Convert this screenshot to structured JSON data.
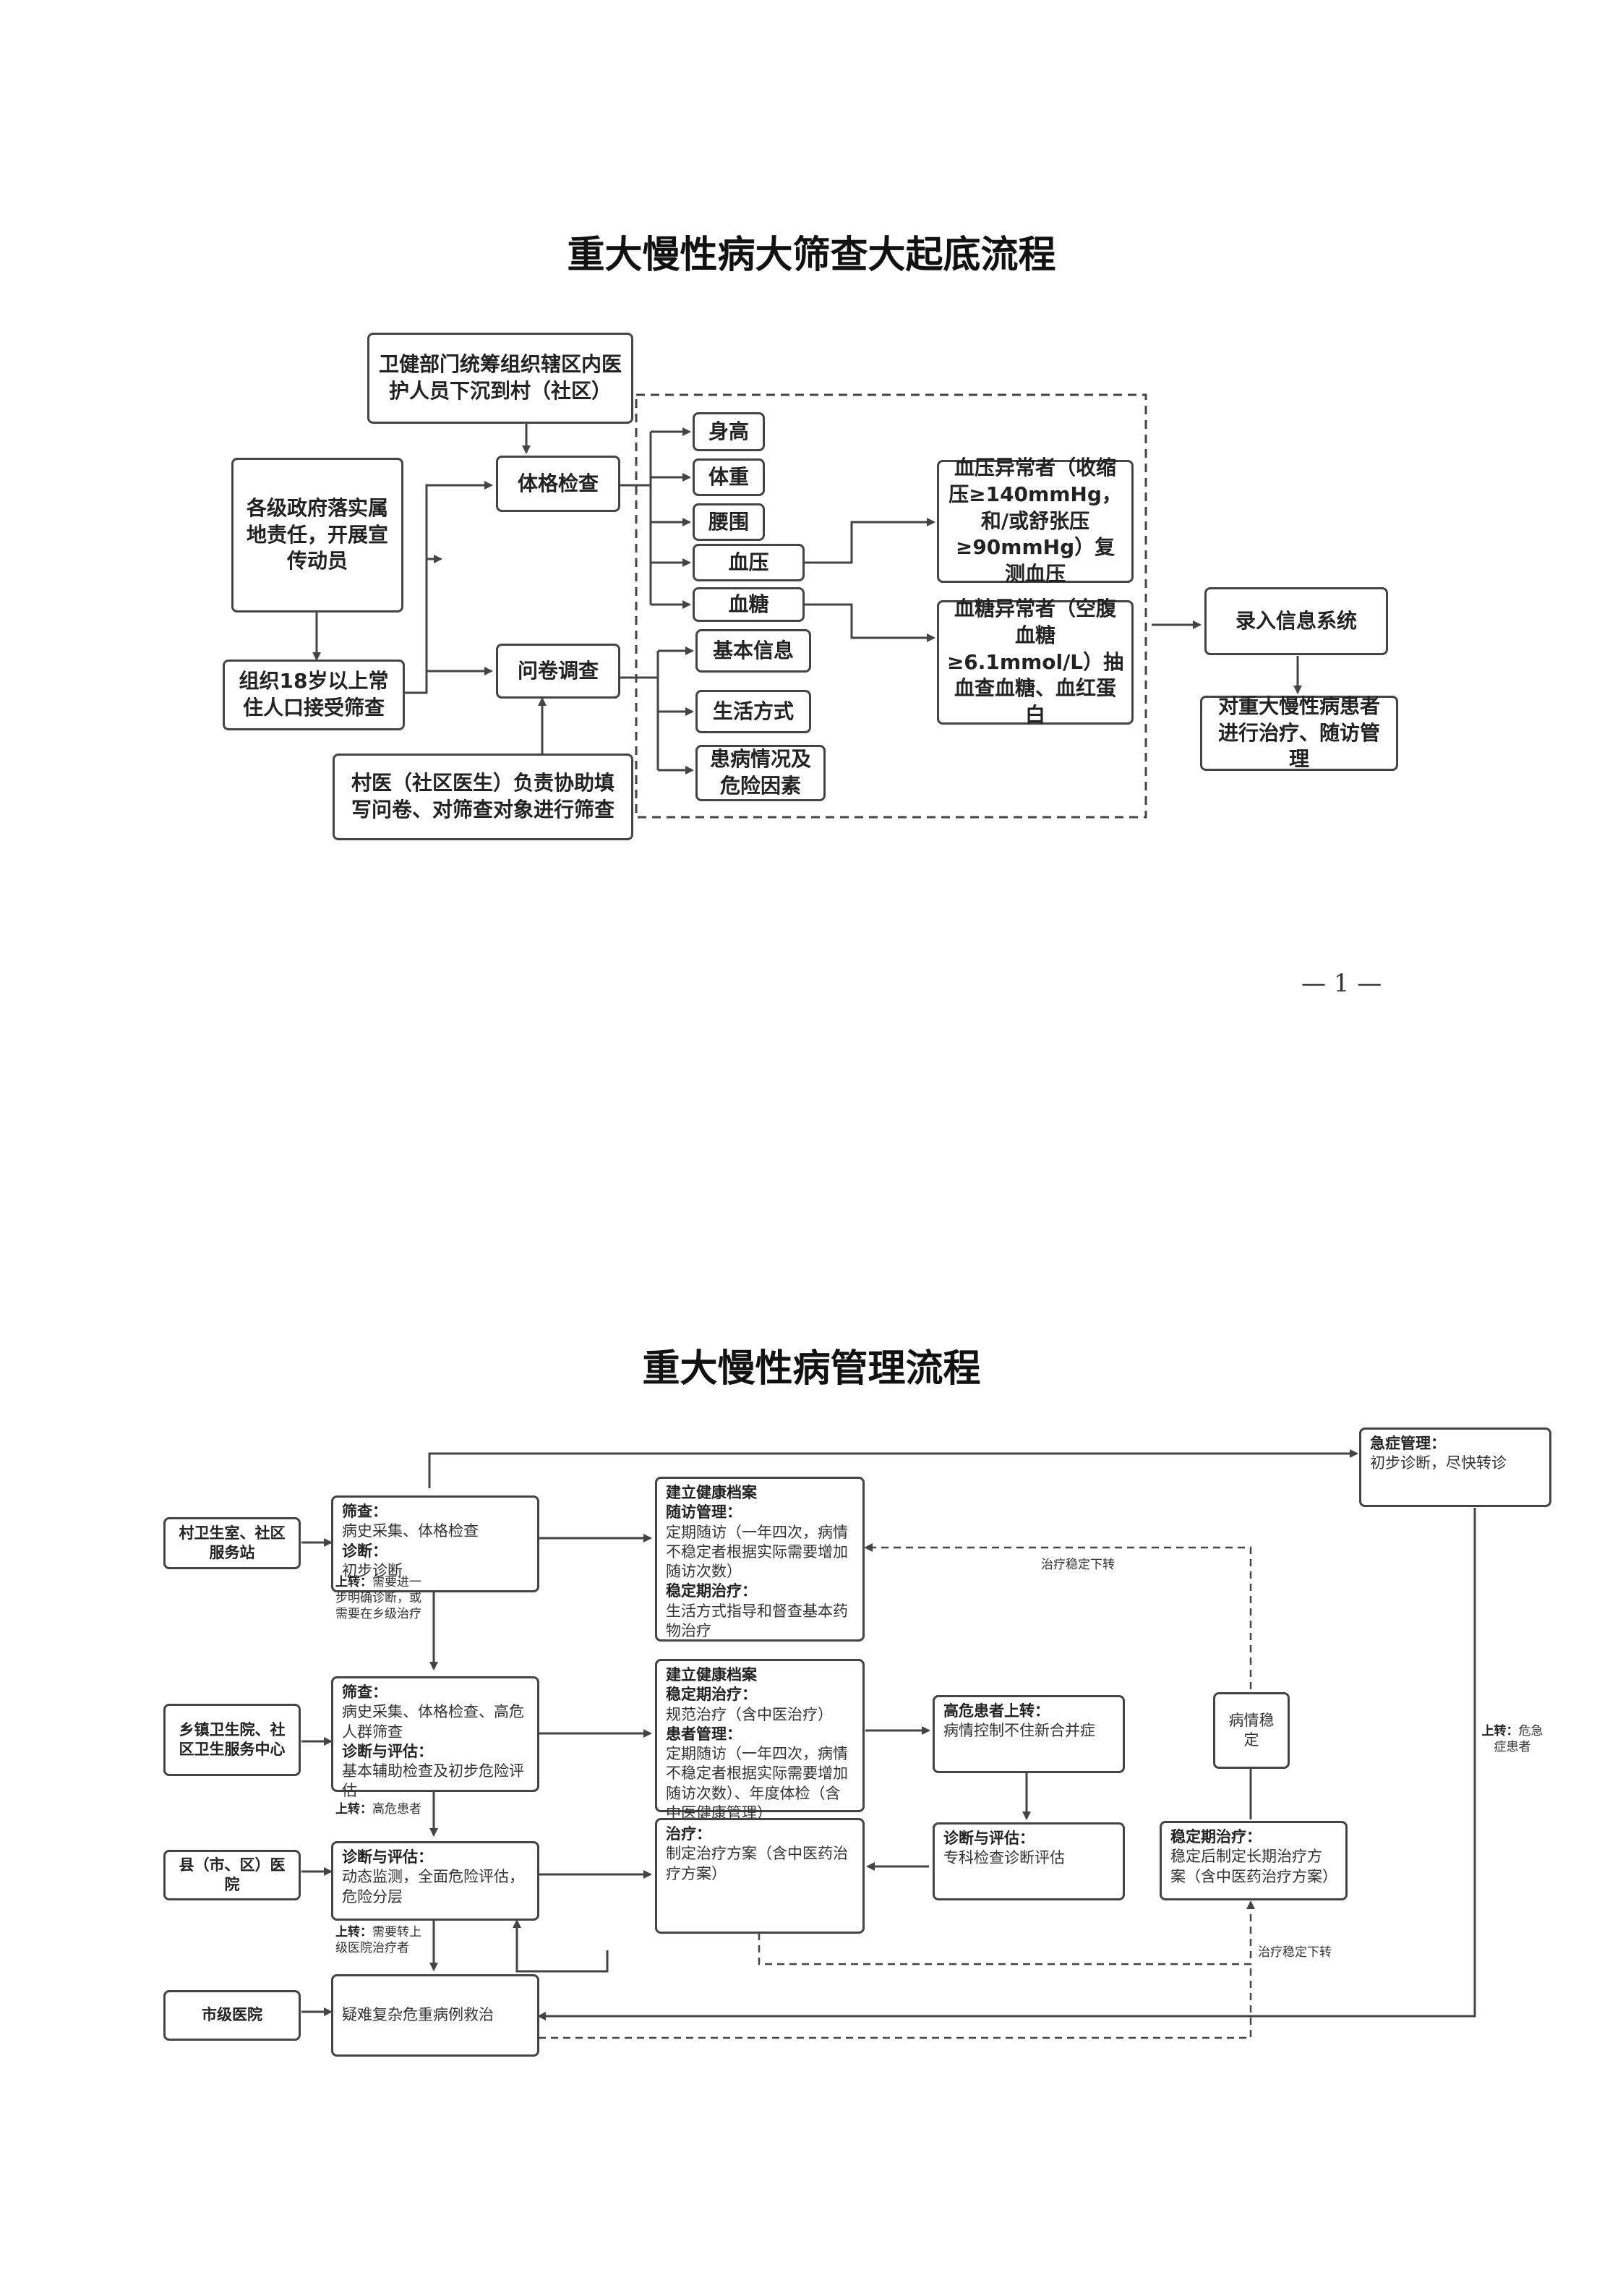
{
  "flow1": {
    "title": "重大慢性病大筛查大起底流程",
    "dispatch": "卫健部门统筹组织辖区内医护人员下沉到村（社区）",
    "government": "各级政府落实属地责任，开展宣传动员",
    "organize": "组织18岁以上常住人口接受筛查",
    "physical_exam": "体格检查",
    "questionnaire": "问卷调查",
    "village_doctor": "村医（社区医生）负责协助填写问卷、对筛查对象进行筛查",
    "items": [
      "身高",
      "体重",
      "腰围",
      "血压",
      "血糖"
    ],
    "survey_items": [
      "基本信息",
      "生活方式",
      "患病情况及危险因素"
    ],
    "bp_abnormal": "血压异常者（收缩压≥140mmHg，和/或舒张压≥90mmHg）复测血压",
    "bg_abnormal": "血糖异常者（空腹血糖≥6.1mmol/L）抽血查血糖、血红蛋白",
    "record": "录入信息系统",
    "treat": "对重大慢性病患者进行治疗、随访管理"
  },
  "page_number": "— 1 —",
  "flow2": {
    "title": "重大慢性病管理流程",
    "levels": [
      "村卫生室、社区服务站",
      "乡镇卫生院、社区卫生服务中心",
      "县（市、区）医院",
      "市级医院"
    ],
    "emergency": {
      "head": "急症管理：",
      "body": "初步诊断，尽快转诊"
    },
    "village_box": {
      "h1": "筛查：",
      "t1": "病史采集、体格检查",
      "h2": "诊断：",
      "t2": "初步诊断"
    },
    "village_right": {
      "h1": "建立健康档案",
      "h2": "随访管理：",
      "t2": "定期随访（一年四次，病情不稳定者根据实际需要增加随访次数）",
      "h3": "稳定期治疗：",
      "t3": "生活方式指导和督查基本药物治疗"
    },
    "town_box": {
      "h1": "筛查：",
      "t1": "病史采集、体格检查、高危人群筛查",
      "h2": "诊断与评估：",
      "t2": "基本辅助检查及初步危险评估"
    },
    "town_right": {
      "h1": "建立健康档案",
      "h2": "稳定期治疗：",
      "t2": "规范治疗（含中医治疗）",
      "h3": "患者管理：",
      "t3": "定期随访（一年四次，病情不稳定者根据实际需要增加随访次数）、年度体检（含中医健康管理）"
    },
    "county_box": {
      "h1": "诊断与评估：",
      "t1": "动态监测，全面危险评估，危险分层"
    },
    "treatment": {
      "h1": "治疗：",
      "t1": "制定治疗方案（含中医药治疗方案）"
    },
    "high_risk": {
      "h1": "高危患者上转：",
      "t1": "病情控制不住新合并症"
    },
    "diag_eval": {
      "h1": "诊断与评估：",
      "t1": "专科检查诊断评估"
    },
    "stable_box": "病情稳定",
    "stable_treat": {
      "h1": "稳定期治疗：",
      "t1": "稳定后制定长期治疗方案（含中医药治疗方案）"
    },
    "city_box": "疑难复杂危重病例救治",
    "label_up1": {
      "h": "上转：",
      "t": "需要进一步明确诊断，或需要在乡级治疗"
    },
    "label_up2": {
      "h": "上转：",
      "t": "高危患者"
    },
    "label_up3": {
      "h": "上转：",
      "t": "需要转上级医院治疗者"
    },
    "label_up_emergency": {
      "h": "上转：",
      "t": "危急症患者"
    },
    "label_down1": "治疗稳定下转",
    "label_down2": "治疗稳定下转"
  }
}
